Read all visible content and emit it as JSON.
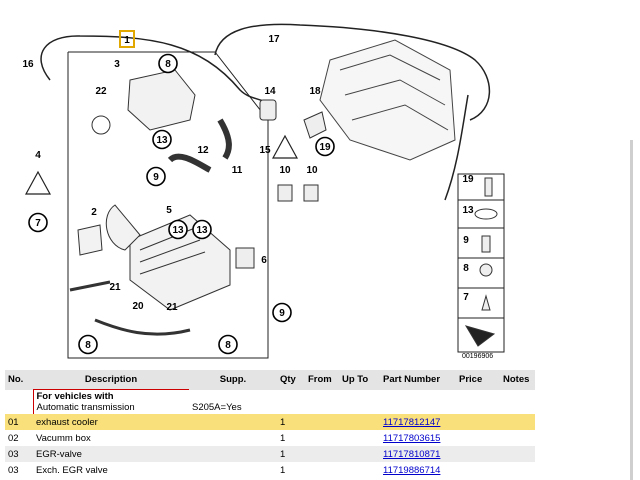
{
  "diagram": {
    "callouts": [
      "1",
      "16",
      "3",
      "8",
      "22",
      "14",
      "18",
      "17",
      "4",
      "13",
      "12",
      "11",
      "15",
      "19",
      "9",
      "5",
      "2",
      "7",
      "13",
      "13",
      "10",
      "10",
      "6",
      "21",
      "20",
      "21",
      "8",
      "8",
      "9",
      "19",
      "13",
      "9",
      "8",
      "7"
    ],
    "selected_callout": "1",
    "image_id": "00196906"
  },
  "table": {
    "headers": [
      "No.",
      "Description",
      "Supp.",
      "Qty",
      "From",
      "Up To",
      "Part Number",
      "Price",
      "Notes"
    ],
    "note": {
      "title": "For vehicles with",
      "line": "Automatic transmission",
      "supp": "S205A=Yes"
    },
    "rows": [
      {
        "no": "01",
        "desc": "exhaust cooler",
        "supp": "",
        "qty": "1",
        "part": "11717812147"
      },
      {
        "no": "02",
        "desc": "Vacumm box",
        "supp": "",
        "qty": "1",
        "part": "11717803615"
      },
      {
        "no": "03",
        "desc": "EGR-valve",
        "supp": "",
        "qty": "1",
        "part": "11717810871"
      },
      {
        "no": "03",
        "desc": "Exch. EGR valve",
        "supp": "",
        "qty": "1",
        "part": "11719886714"
      }
    ]
  }
}
